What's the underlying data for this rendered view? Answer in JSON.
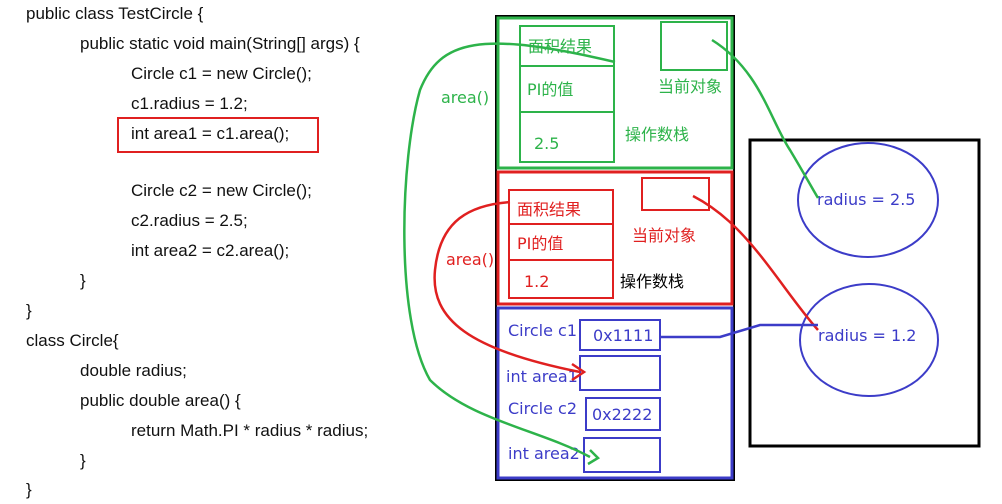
{
  "code": {
    "lines": [
      "public class TestCircle {",
      "public static void main(String[] args) {",
      "Circle c1 = new Circle();",
      "c1.radius = 1.2;",
      "int area1 = c1.area();",
      "Circle c2 = new Circle();",
      "c2.radius = 2.5;",
      "int area2 = c2.area();",
      "}",
      "}",
      "class Circle{",
      "double radius;",
      "public double area() {",
      "return Math.PI * radius * radius;",
      "}",
      "}"
    ]
  },
  "stack": {
    "frame_top": {
      "call_label": "area()",
      "result_label": "面积结果",
      "pi_label": "PI的值",
      "value": "2.5",
      "current_object_label": "当前对象",
      "operand_stack_label": "操作数栈"
    },
    "frame_bottom": {
      "call_label": "area()",
      "result_label": "面积结果",
      "pi_label": "PI的值",
      "value": "1.2",
      "current_object_label": "当前对象",
      "operand_stack_label": "操作数栈"
    },
    "main_frame": {
      "c1_label": "Circle c1",
      "c1_ref": "0x1111",
      "area1_label": "int area1",
      "c2_label": "Circle c2",
      "c2_ref": "0x2222",
      "area2_label": "int area2"
    }
  },
  "heap": {
    "object_top": "radius = 2.5",
    "object_bottom": "radius = 1.2"
  },
  "colors": {
    "green": "#2db34a",
    "red": "#e02020",
    "blue": "#3c3cc8",
    "black": "#000000"
  }
}
